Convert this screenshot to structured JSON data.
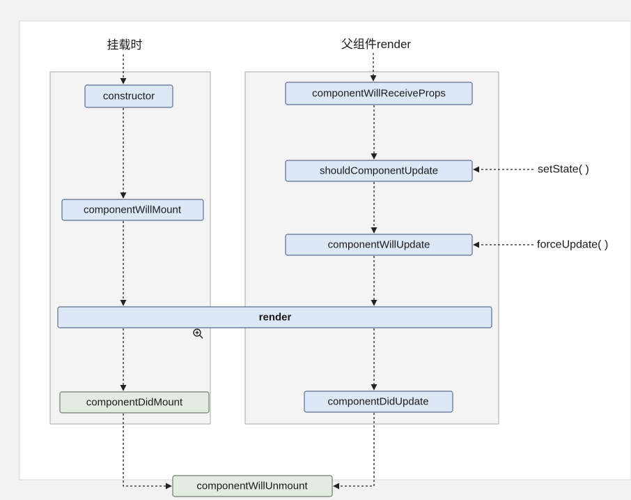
{
  "labels": {
    "mount_phase": "挂载时",
    "parent_render": "父组件render",
    "set_state": "setState( )",
    "force_update": "forceUpdate( )"
  },
  "nodes": {
    "constructor": "constructor",
    "component_will_mount": "componentWillMount",
    "component_will_receive_props": "componentWillReceiveProps",
    "should_component_update": "shouldComponentUpdate",
    "component_will_update": "componentWillUpdate",
    "render": "render",
    "component_did_mount": "componentDidMount",
    "component_did_update": "componentDidUpdate",
    "component_will_unmount": "componentWillUnmount"
  },
  "colors": {
    "node_fill": "#dde8f7",
    "node_stroke": "#5a6d8f",
    "end_fill": "#e3ece0",
    "end_stroke": "#6f7f6c",
    "group_fill": "#f4f4f4",
    "group_stroke": "#a8a8a8"
  },
  "icons": {
    "cursor": "zoom-in-cursor-icon"
  }
}
